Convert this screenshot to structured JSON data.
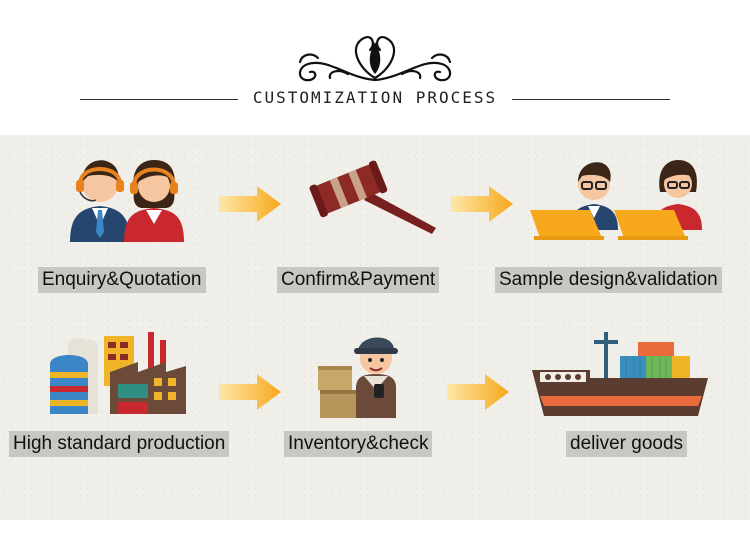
{
  "header": {
    "title": "CUSTOMIZATION PROCESS"
  },
  "steps": [
    {
      "label": "Enquiry&Quotation",
      "icon": "customer-service-icon"
    },
    {
      "label": "Confirm&Payment",
      "icon": "gavel-icon"
    },
    {
      "label": "Sample design&validation",
      "icon": "designers-icon"
    },
    {
      "label": "High standard production",
      "icon": "factory-icon"
    },
    {
      "label": "Inventory&check",
      "icon": "warehouse-worker-icon"
    },
    {
      "label": "deliver goods",
      "icon": "cargo-ship-icon"
    }
  ],
  "colors": {
    "arrow": "#f7a81b",
    "label_bg": "#c9c7c2",
    "panel_bg": "#f1efea"
  }
}
